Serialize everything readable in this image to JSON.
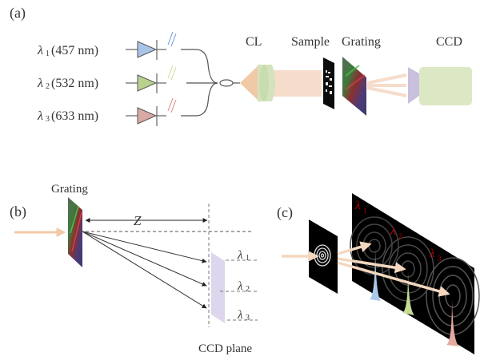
{
  "panel_a": {
    "tag": "(a)",
    "sources": [
      {
        "symbol": "λ",
        "sub": "1",
        "wavelength": "(457 nm)",
        "color": "#a9c4e6"
      },
      {
        "symbol": "λ",
        "sub": "2",
        "wavelength": "(532 nm)",
        "color": "#b9d18f"
      },
      {
        "symbol": "λ",
        "sub": "3",
        "wavelength": "(633 nm)",
        "color": "#d9a9a3"
      }
    ],
    "labels": {
      "cl": "CL",
      "sample": "Sample",
      "grating": "Grating",
      "ccd": "CCD"
    },
    "colors": {
      "beam": "#f6dccb",
      "lens": "#d4e3bd",
      "ccd_body": "#dce8c4",
      "ccd_front": "#c9c0dd",
      "cone": "#f0c9a6"
    }
  },
  "panel_b": {
    "tag": "(b)",
    "grating_label": "Grating",
    "distance_label": "Z",
    "orders": [
      {
        "symbol": "λ",
        "sub": "1"
      },
      {
        "symbol": "λ",
        "sub": "2"
      },
      {
        "symbol": "λ",
        "sub": "3"
      }
    ],
    "plane_label": "CCD plane",
    "colors": {
      "incident": "#f2c9a8",
      "plane": "#ddd6ec"
    }
  },
  "panel_c": {
    "tag": "(c)",
    "spots": [
      {
        "symbol": "λ",
        "sub": "1",
        "peak_color": "#aac8e8"
      },
      {
        "symbol": "λ",
        "sub": "2",
        "peak_color": "#c4dc94"
      },
      {
        "symbol": "λ",
        "sub": "3",
        "peak_color": "#e4a9a0"
      }
    ],
    "colors": {
      "label": "#c00000",
      "arrow": "#f3d7bf"
    }
  }
}
